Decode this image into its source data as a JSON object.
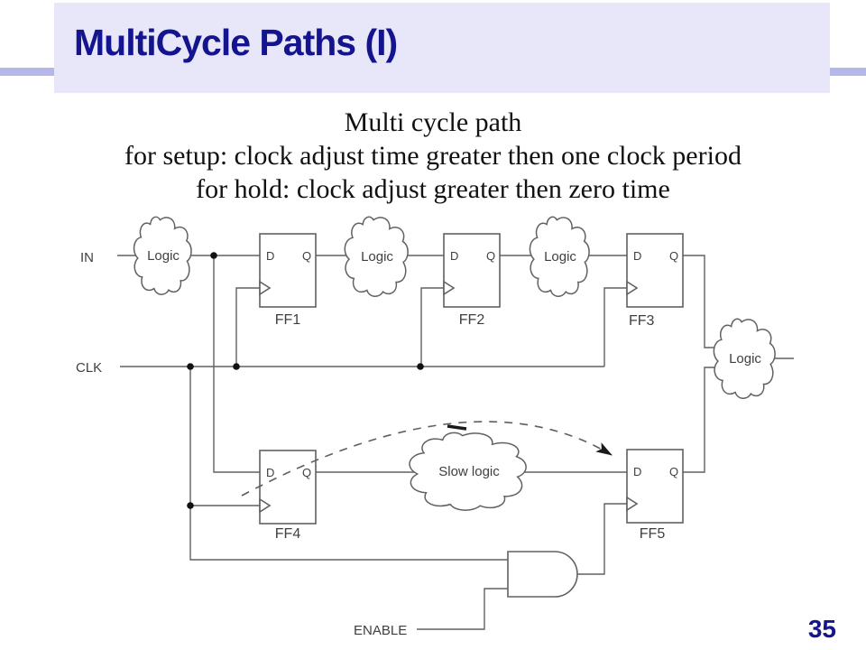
{
  "slide": {
    "title": "MultiCycle Paths (I)",
    "page_number": "35"
  },
  "description": {
    "line1": "Multi cycle path",
    "line2": "for setup: clock adjust time greater then one clock period",
    "line3": "for hold: clock adjust greater then zero time"
  },
  "diagram": {
    "labels": {
      "in": "IN",
      "clk": "CLK",
      "enable": "ENABLE"
    },
    "flipflops": [
      {
        "name": "FF1",
        "d_pin": "D",
        "q_pin": "Q"
      },
      {
        "name": "FF2",
        "d_pin": "D",
        "q_pin": "Q"
      },
      {
        "name": "FF3",
        "d_pin": "D",
        "q_pin": "Q"
      },
      {
        "name": "FF4",
        "d_pin": "D",
        "q_pin": "Q"
      },
      {
        "name": "FF5",
        "d_pin": "D",
        "q_pin": "Q"
      }
    ],
    "clouds": [
      {
        "label": "Logic"
      },
      {
        "label": "Logic"
      },
      {
        "label": "Logic"
      },
      {
        "label": "Logic"
      },
      {
        "label": "Slow logic"
      }
    ]
  },
  "colors": {
    "title_text": "#14148f",
    "accent_band": "#b4b7ea",
    "title_box_fill": "#e7e7f9",
    "diagram_line": "#616161",
    "page_number": "#15158c"
  }
}
